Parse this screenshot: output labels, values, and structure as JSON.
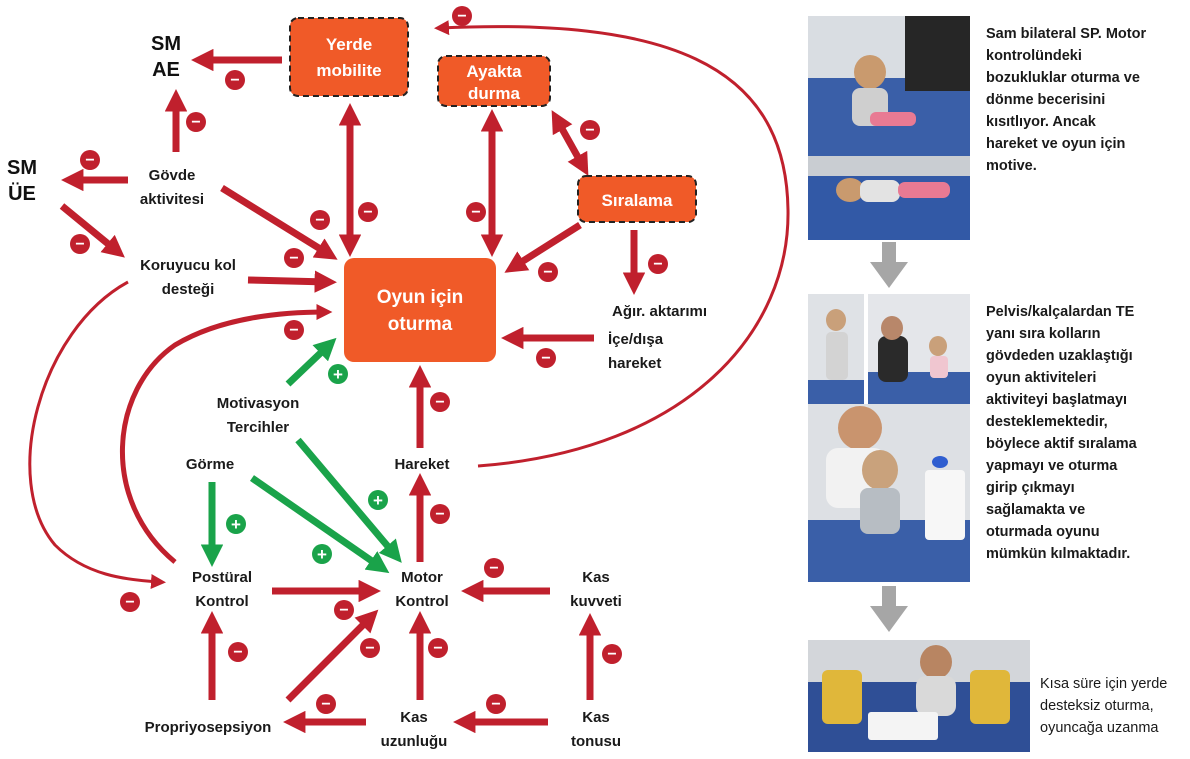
{
  "colors": {
    "inhibit_red": "#c0202d",
    "facilitate_green": "#1aa34a",
    "box_orange": "#f05a28",
    "flow_gray": "#a6a6a6"
  },
  "nodes": {
    "yerde_mobilite": [
      "Yerde",
      "mobilite"
    ],
    "ayakta_durma": [
      "Ayakta",
      "durma"
    ],
    "siralama": [
      "Sıralama"
    ],
    "oyun_icin_oturma": [
      "Oyun için",
      "oturma"
    ],
    "sm_ae": [
      "SM",
      "AE"
    ],
    "sm_ue": [
      "SM",
      "ÜE"
    ],
    "govde_aktivitesi": [
      "Gövde",
      "aktivitesi"
    ],
    "koruyucu_kol": [
      "Koruyucu kol",
      "desteği"
    ],
    "agir_aktarimi": [
      "Ağır. aktarımı"
    ],
    "ice_disa": [
      "İçe/dışa",
      "hareket"
    ],
    "motivasyon": [
      "Motivasyon",
      "Tercihler"
    ],
    "gorme": [
      "Görme"
    ],
    "hareket": [
      "Hareket"
    ],
    "postural": [
      "Postüral",
      "Kontrol"
    ],
    "motor": [
      "Motor",
      "Kontrol"
    ],
    "kas_kuvveti": [
      "Kas",
      "kuvveti"
    ],
    "propriyosepsiyon": [
      "Propriyosepsiyon"
    ],
    "kas_uzunlugu": [
      "Kas",
      "uzunluğu"
    ],
    "kas_tonusu": [
      "Kas",
      "tonusu"
    ]
  },
  "signs": {
    "minus": "−",
    "plus": "+"
  },
  "captions": {
    "caption1": [
      "Sam bilateral SP. Motor",
      "kontrolündeki",
      "bozukluklar oturma ve",
      "dönme becerisini",
      "kısıtlıyor.  Ancak",
      "hareket ve oyun için",
      "motive."
    ],
    "caption2": [
      "Pelvis/kalçalardan TE",
      "yanı sıra kolların",
      "gövdeden uzaklaştığı",
      "oyun aktiviteleri",
      "aktiviteyi başlatmayı",
      "desteklemektedir,",
      "böylece aktif sıralama",
      "yapmayı ve oturma",
      "girip çıkmayı",
      "sağlamakta ve",
      "oturmada oyunu",
      "mümkün kılmaktadır."
    ],
    "caption3": [
      "Kısa süre için yerde",
      "desteksiz oturma,",
      "oyuncağa uzanma"
    ]
  },
  "photos": [
    "photo-child-sitting-on-mat",
    "photo-child-lying-on-back",
    "photo-child-standing-supported",
    "photo-therapist-and-child",
    "photo-child-playing-with-therapist",
    "photo-child-reaching-for-toy"
  ]
}
